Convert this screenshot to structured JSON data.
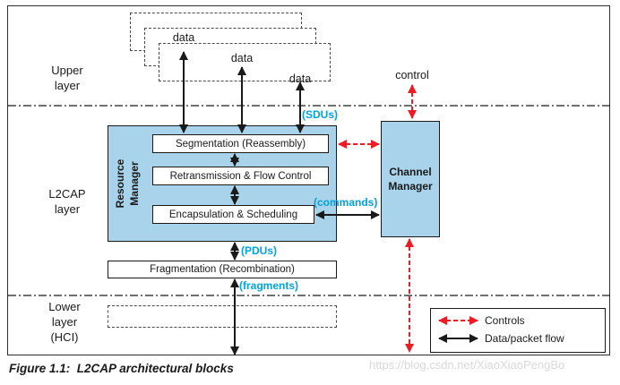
{
  "colors": {
    "block_fill": "#a8d3ea",
    "flow_label": "#00a2e0",
    "control_red": "#ed1c24"
  },
  "layers": {
    "upper": "Upper\nlayer",
    "l2cap": "L2CAP\nlayer",
    "lower": "Lower\nlayer\n(HCI)"
  },
  "top_items": {
    "data1": "data",
    "data2": "data",
    "data3": "data",
    "control": "control"
  },
  "blocks": {
    "resource_manager": "Resource\nManager",
    "channel_manager": "Channel\nManager",
    "segmentation": "Segmentation (Reassembly)",
    "retransmission": "Retransmission & Flow Control",
    "encapsulation": "Encapsulation & Scheduling",
    "fragmentation": "Fragmentation (Recombination)"
  },
  "flows": {
    "sdus": "(SDUs)",
    "commands": "(commands)",
    "pdus": "(PDUs)",
    "fragments": "(fragments)"
  },
  "legend": {
    "controls": "Controls",
    "data_flow": "Data/packet flow"
  },
  "caption": "Figure 1.1:  L2CAP architectural blocks",
  "watermark": "https://blog.csdn.net/XiaoXiaoPengBo"
}
